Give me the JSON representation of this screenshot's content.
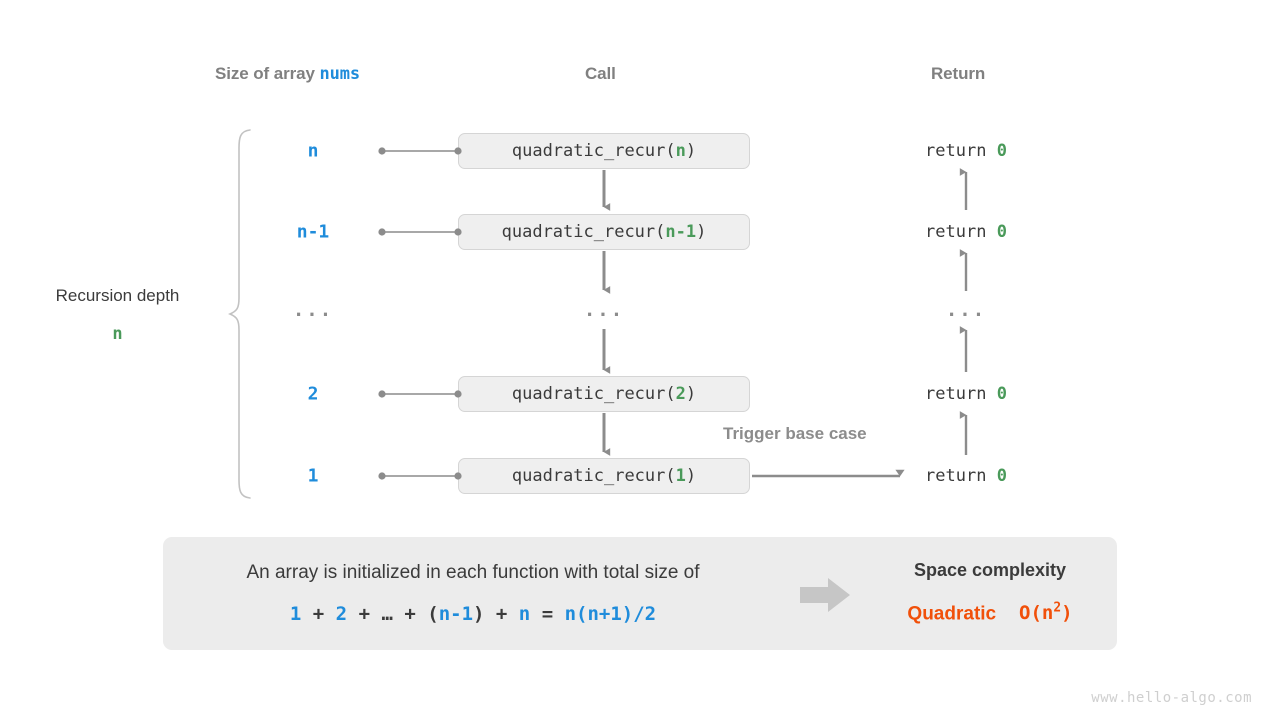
{
  "headers": {
    "size_prefix": "Size of array ",
    "size_mono": "nums",
    "call": "Call",
    "ret": "Return"
  },
  "depth": {
    "label": "Recursion depth",
    "value": "n"
  },
  "rows": [
    {
      "size": "n",
      "call_fn": "quadratic_recur(",
      "call_arg": "n",
      "call_close": ")",
      "ret_text": "return ",
      "ret_value": "0"
    },
    {
      "size": "n-1",
      "call_fn": "quadratic_recur(",
      "call_arg": "n-1",
      "call_close": ")",
      "ret_text": "return ",
      "ret_value": "0"
    },
    {
      "size": "...",
      "call_fn": "...",
      "call_arg": "",
      "call_close": "",
      "ret_text": "...",
      "ret_value": ""
    },
    {
      "size": "2",
      "call_fn": "quadratic_recur(",
      "call_arg": "2",
      "call_close": ")",
      "ret_text": "return ",
      "ret_value": "0"
    },
    {
      "size": "1",
      "call_fn": "quadratic_recur(",
      "call_arg": "1",
      "call_close": ")",
      "ret_text": "return ",
      "ret_value": "0"
    }
  ],
  "trigger_label": "Trigger base case",
  "summary": {
    "line1": "An array is initialized in each function with total size of",
    "formula_parts": [
      {
        "t": "1",
        "c": "blue"
      },
      {
        "t": " + ",
        "c": "dark"
      },
      {
        "t": "2",
        "c": "blue"
      },
      {
        "t": " + ",
        "c": "dark"
      },
      {
        "t": "…",
        "c": "dark"
      },
      {
        "t": " + ",
        "c": "dark"
      },
      {
        "t": "(",
        "c": "dark"
      },
      {
        "t": "n-1",
        "c": "blue"
      },
      {
        "t": ")",
        "c": "dark"
      },
      {
        "t": " + ",
        "c": "dark"
      },
      {
        "t": "n",
        "c": "blue"
      },
      {
        "t": " = ",
        "c": "dark"
      },
      {
        "t": "n(n+1)/2",
        "c": "blue"
      }
    ],
    "right_title": "Space complexity",
    "right_value_word": "Quadratic",
    "right_value_big_o_prefix": "O(n",
    "right_value_big_o_exp": "2",
    "right_value_big_o_suffix": ")"
  },
  "watermark": "www.hello-algo.com",
  "colors": {
    "blue": "#1f8cdb",
    "green": "#4a9a5a",
    "orange": "#f1500a",
    "gray_header": "#808080",
    "dark_text": "#3b3b3b",
    "panel_bg": "#ececec",
    "box_bg": "#efefef",
    "box_border": "#d5d5d5",
    "arrow": "#8c8c8c"
  },
  "geometry": {
    "row_y": [
      151,
      232,
      310,
      394,
      476
    ]
  }
}
